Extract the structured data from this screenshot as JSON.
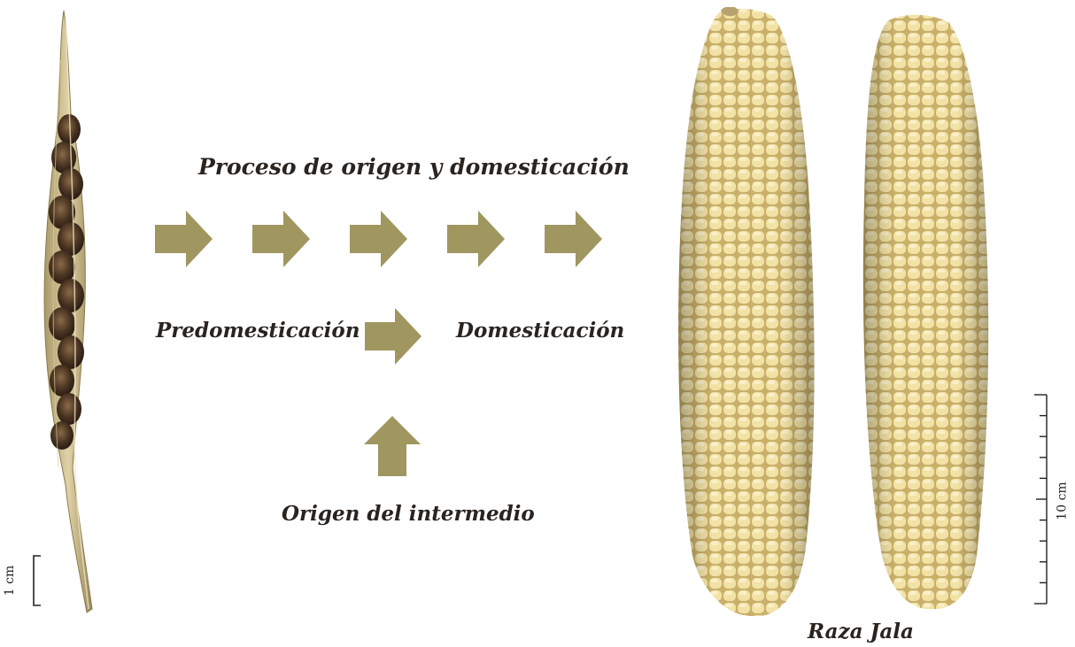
{
  "title": "Proceso de origen y domesticación",
  "stages": {
    "left": "Predomesticación",
    "right": "Domesticación",
    "bottom": "Origen del intermedio"
  },
  "specimen_label": "Raza Jala",
  "scale_bars": {
    "small": "1 cm",
    "large": "10 cm"
  },
  "colors": {
    "arrow": "#a09660",
    "text": "#2a2420",
    "kernel": "#f0dfa2",
    "kernel_shadow": "#c9b06a",
    "husk": "#c8b890",
    "seed": "#5a4028"
  },
  "icons": {
    "arrow": "arrow-right-icon",
    "arrow_up": "arrow-up-icon"
  }
}
